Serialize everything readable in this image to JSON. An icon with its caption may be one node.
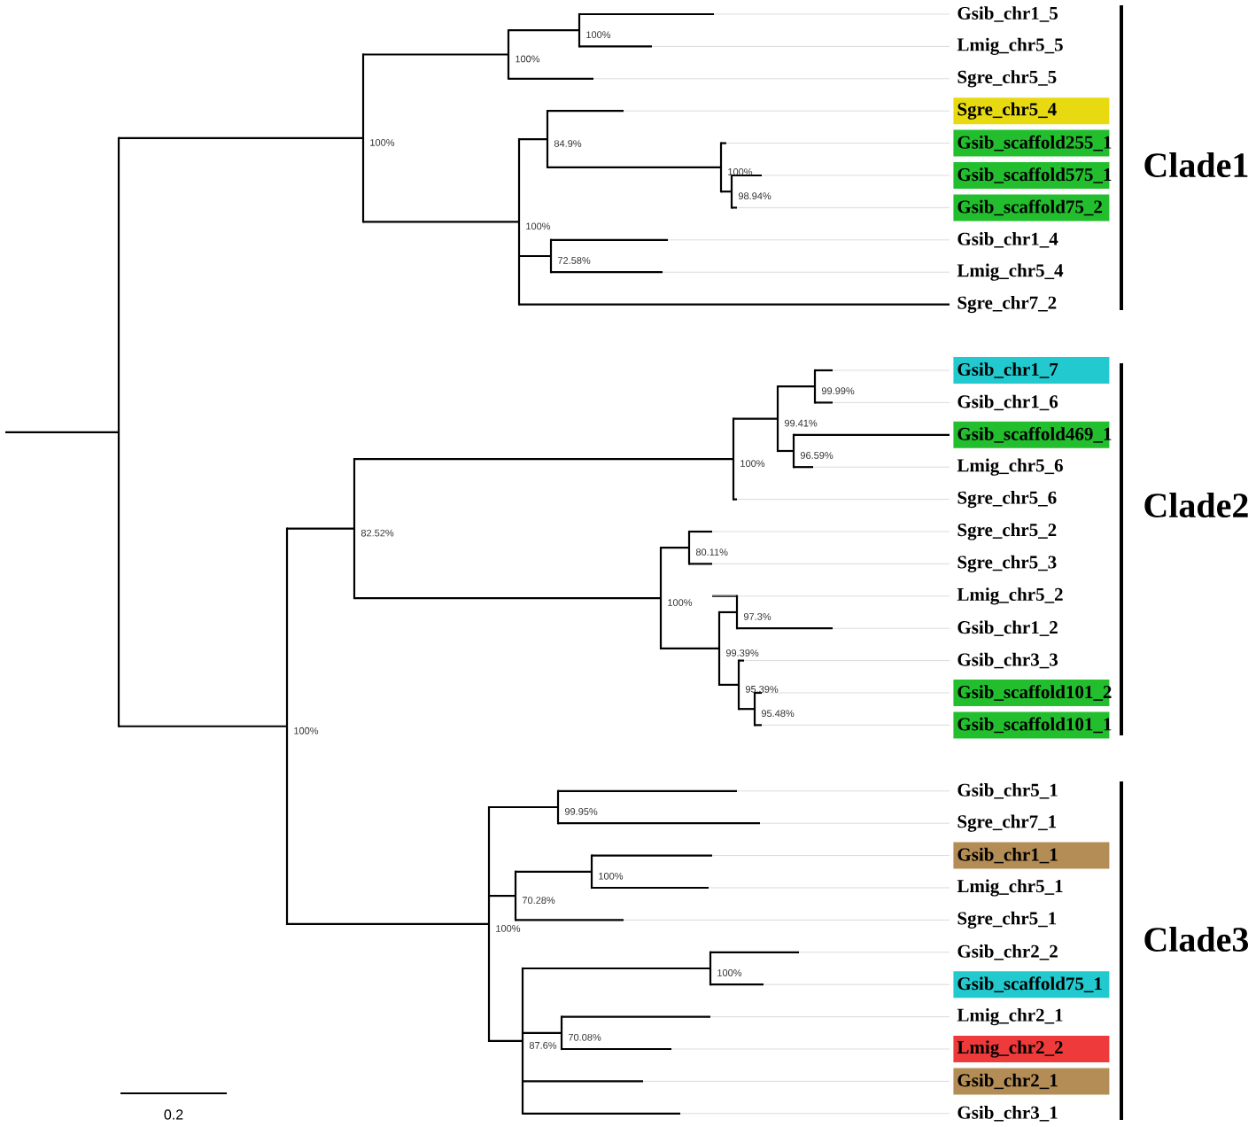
{
  "diagram": {
    "nodes": [
      {
        "text": [
          "Gsib_chr1_5"
        ]
      },
      {
        "text": [
          "Lmig_chr5_5"
        ]
      },
      {
        "text": [
          "Sgre_chr5_5"
        ]
      },
      {
        "text": [
          "Sgre_chr5_4"
        ]
      },
      {
        "text": [
          "Gsib_scaffold255_1"
        ]
      },
      {
        "text": [
          "Gsib_scaffold575_1"
        ]
      },
      {
        "text": [
          "Gsib_scaffold75_2"
        ]
      },
      {
        "text": [
          "Gsib_chr1_4"
        ]
      },
      {
        "text": [
          "Lmig_chr5_4"
        ]
      },
      {
        "text": [
          "Sgre_chr7_2"
        ]
      },
      {
        "text": [
          "Gsib_chr1_7"
        ]
      },
      {
        "text": [
          "Gsib_chr1_6"
        ]
      },
      {
        "text": [
          "Gsib_scaffold469_1"
        ]
      },
      {
        "text": [
          "Lmig_chr5_6"
        ]
      },
      {
        "text": [
          "Sgre_chr5_6"
        ]
      },
      {
        "text": [
          "Sgre_chr5_2"
        ]
      },
      {
        "text": [
          "Sgre_chr5_3"
        ]
      },
      {
        "text": [
          "Lmig_chr5_2"
        ]
      },
      {
        "text": [
          "Gsib_chr1_2"
        ]
      },
      {
        "text": [
          "Gsib_chr3_3"
        ]
      },
      {
        "text": [
          "Gsib_scaffold101_2"
        ]
      },
      {
        "text": [
          "Gsib_scaffold101_1"
        ]
      },
      {
        "text": [
          "Gsib_chr5_1"
        ]
      },
      {
        "text": [
          "Sgre_chr7_1"
        ]
      },
      {
        "text": [
          "Gsib_chr1_1"
        ]
      },
      {
        "text": [
          "Lmig_chr5_1"
        ]
      },
      {
        "text": [
          "Sgre_chr5_1"
        ]
      },
      {
        "text": [
          "Gsib_chr2_2"
        ]
      },
      {
        "text": [
          "Gsib_scaffold75_1"
        ]
      },
      {
        "text": [
          "Lmig_chr2_1"
        ]
      },
      {
        "text": [
          "Lmig_chr2_2"
        ]
      },
      {
        "text": [
          "Gsib_chr2_1"
        ]
      },
      {
        "text": [
          "Gsib_chr3_1"
        ]
      }
    ],
    "labels": [
      "100%",
      "100%",
      "100%",
      "100%",
      "84.9%",
      "100%",
      "98.94%",
      "72.58%",
      "100%",
      "82.52%",
      "100%",
      "99.41%",
      "99.99%",
      "96.59%",
      "100%",
      "80.11%",
      "99.39%",
      "97.3%",
      "95.39%",
      "95.48%",
      "100%",
      "99.95%",
      "70.28%",
      "100%",
      "87.6%",
      "100%",
      "70.08%",
      "Clade1",
      "Clade2",
      "Clade3",
      "0.2"
    ]
  }
}
